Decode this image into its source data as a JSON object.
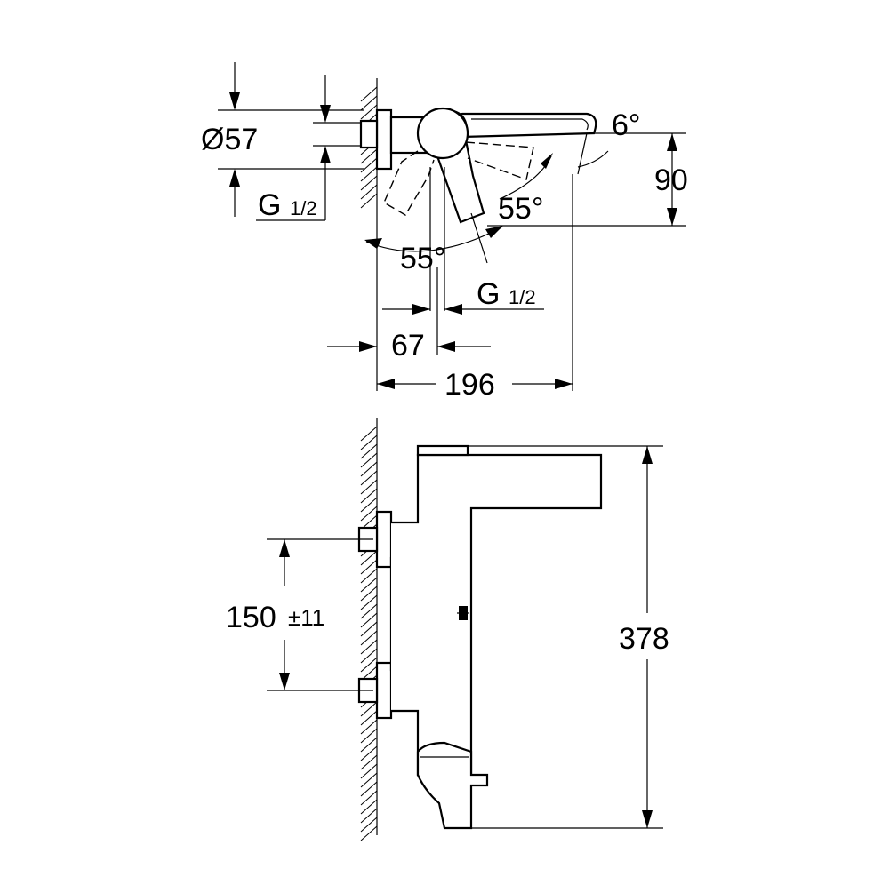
{
  "top_view": {
    "dim_diameter": "Ø57",
    "dim_thread_left": "G",
    "dim_thread_left_frac": "1/2",
    "dim_angle_spout": "6°",
    "dim_height_90": "90",
    "dim_angle_upper": "55°",
    "dim_angle_lower": "55°",
    "dim_thread_bottom": "G",
    "dim_thread_bottom_frac": "1/2",
    "dim_67": "67",
    "dim_196": "196"
  },
  "front_view": {
    "dim_centers": "150",
    "dim_tolerance": "±11",
    "dim_height_378": "378"
  }
}
